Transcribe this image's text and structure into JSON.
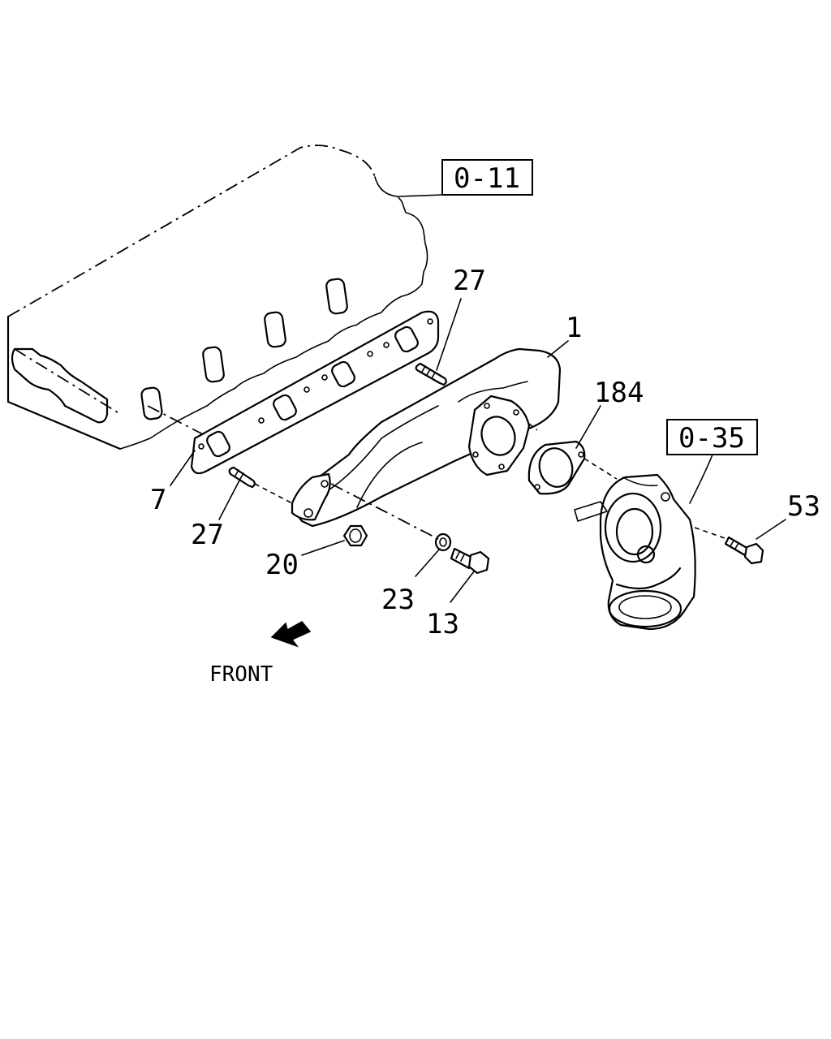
{
  "references": [
    {
      "id": "ref-0-11",
      "label": "0-11"
    },
    {
      "id": "ref-0-35",
      "label": "0-35"
    }
  ],
  "callouts": [
    {
      "id": "c-27-top",
      "label": "27"
    },
    {
      "id": "c-1",
      "label": "1"
    },
    {
      "id": "c-184",
      "label": "184"
    },
    {
      "id": "c-53",
      "label": "53"
    },
    {
      "id": "c-7",
      "label": "7"
    },
    {
      "id": "c-27-bottom",
      "label": "27"
    },
    {
      "id": "c-20",
      "label": "20"
    },
    {
      "id": "c-23",
      "label": "23"
    },
    {
      "id": "c-13",
      "label": "13"
    }
  ],
  "direction": {
    "label": "FRONT"
  }
}
